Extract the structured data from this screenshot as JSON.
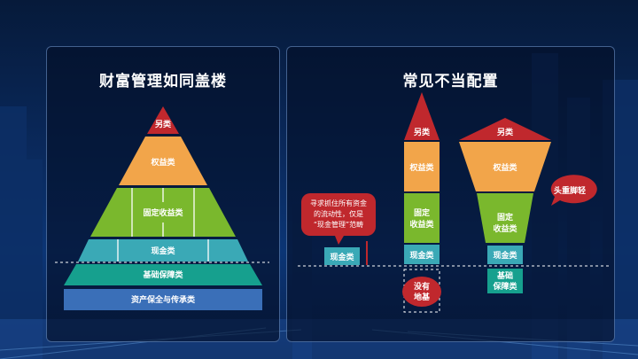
{
  "left_panel": {
    "title": "财富管理如同盖楼",
    "layers": [
      "另类",
      "权益类",
      "固定收益类",
      "现金类",
      "基础保障类",
      "资产保全与传承类"
    ]
  },
  "right_panel": {
    "title": "常见不当配置",
    "col1": {
      "bubble": [
        "寻求抓住所有资金",
        "的流动性，仅是",
        "“现金管理”范畴"
      ],
      "cash": "现金类"
    },
    "col2": {
      "alt": "另类",
      "equity": "权益类",
      "fixed": [
        "固定",
        "收益类"
      ],
      "cash": "现金类",
      "bubble": [
        "没有",
        "地基"
      ]
    },
    "col3": {
      "alt": "另类",
      "equity": "权益类",
      "fixed": [
        "固定",
        "收益类"
      ],
      "cash": "现金类",
      "base": [
        "基础",
        "保障类"
      ],
      "bubble": "头重脚轻"
    }
  },
  "colors": {
    "alt": "#c0282d",
    "equity": "#f2a54a",
    "fixed": "#7ab82d",
    "cash": "#3aa9b6",
    "base": "#16a08e",
    "preserve": "#3a6fb8"
  }
}
